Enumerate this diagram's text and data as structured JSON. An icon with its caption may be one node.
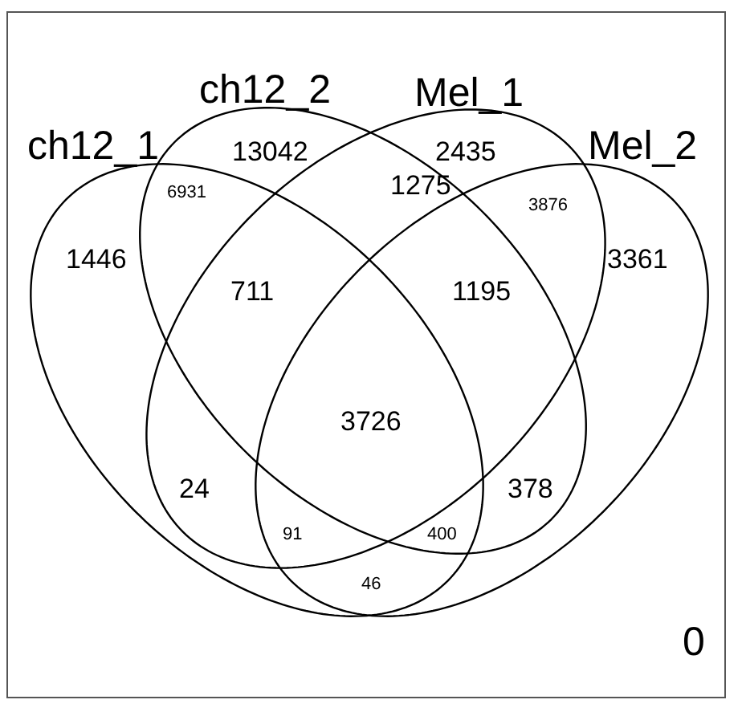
{
  "diagram": {
    "nodes": [
      {
        "text": [
          "ch12_1"
        ]
      },
      {
        "text": [
          "ch12_2"
        ]
      },
      {
        "text": [
          "Mel_1"
        ]
      },
      {
        "text": [
          "Mel_2"
        ]
      }
    ],
    "labels": [
      "13042",
      "2435",
      "1275",
      "6931",
      "3876",
      "1446",
      "3361",
      "711",
      "1195",
      "3726",
      "24",
      "378",
      "91",
      "400",
      "46",
      "0"
    ]
  }
}
